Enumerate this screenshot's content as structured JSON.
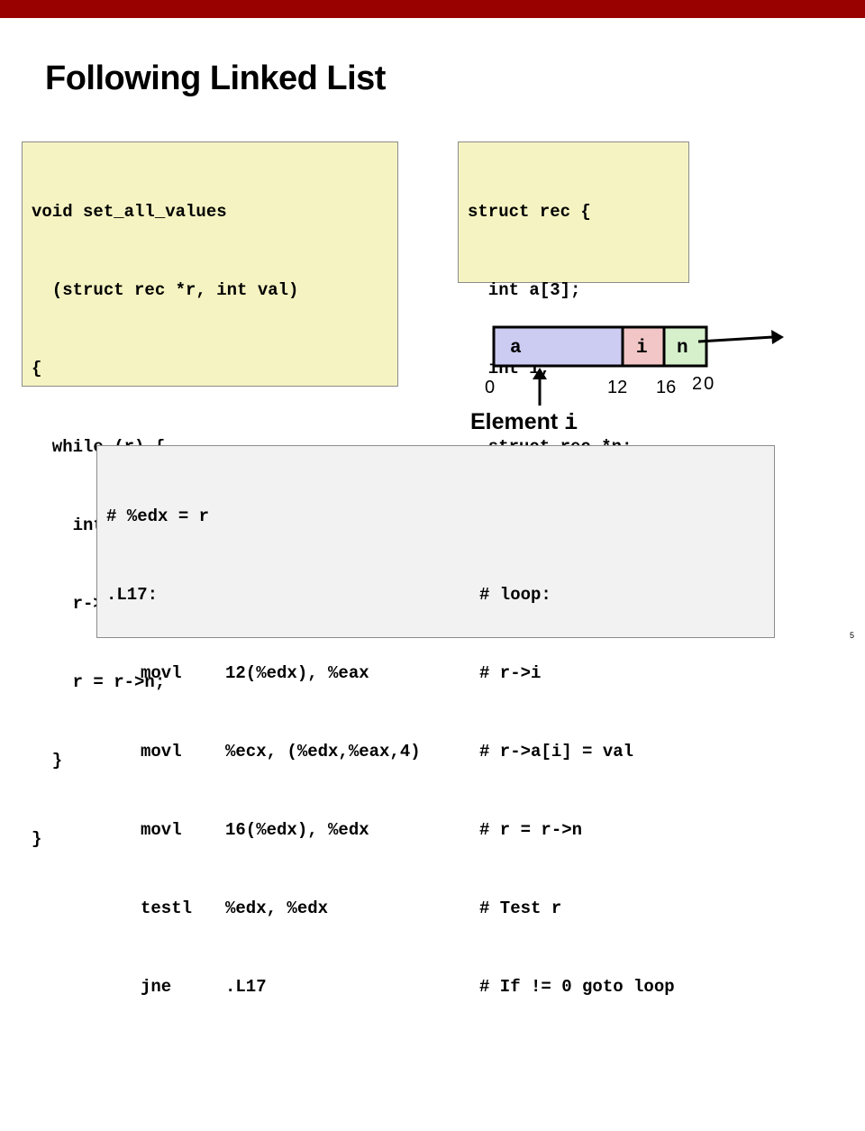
{
  "slide": {
    "title": "Following Linked List",
    "page_number": "5"
  },
  "code_function": [
    "void set_all_values",
    "  (struct rec *r, int val)",
    "{",
    "  while (r) {",
    "    int i = r->i;",
    "    r->a[i] = val;",
    "    r = r->n;",
    "  }",
    "}"
  ],
  "code_struct": [
    "struct rec {",
    "  int a[3];",
    "  int i;",
    "  struct rec *n;",
    "};"
  ],
  "memory_diagram": {
    "fields": [
      "a",
      "i",
      "n"
    ],
    "field_colors": [
      "#ccccf2",
      "#f2c6c6",
      "#d6f0cc"
    ],
    "offsets": [
      "0",
      "12",
      "16",
      "20"
    ],
    "element_label_prefix": "Element",
    "element_label_var": "i"
  },
  "code_asm": [
    {
      "label": "# %edx = r",
      "op": "",
      "args": "",
      "comment": ""
    },
    {
      "label": ".L17:",
      "op": "",
      "args": "",
      "comment": "# loop:"
    },
    {
      "label": "",
      "op": "movl",
      "args": "12(%edx), %eax",
      "comment": "# r->i"
    },
    {
      "label": "",
      "op": "movl",
      "args": "%ecx, (%edx,%eax,4)",
      "comment": "# r->a[i] = val"
    },
    {
      "label": "",
      "op": "movl",
      "args": "16(%edx), %edx",
      "comment": "# r = r->n"
    },
    {
      "label": "",
      "op": "testl",
      "args": "%edx, %edx",
      "comment": "# Test r"
    },
    {
      "label": "",
      "op": "jne",
      "args": ".L17",
      "comment": "# If != 0 goto loop"
    }
  ]
}
